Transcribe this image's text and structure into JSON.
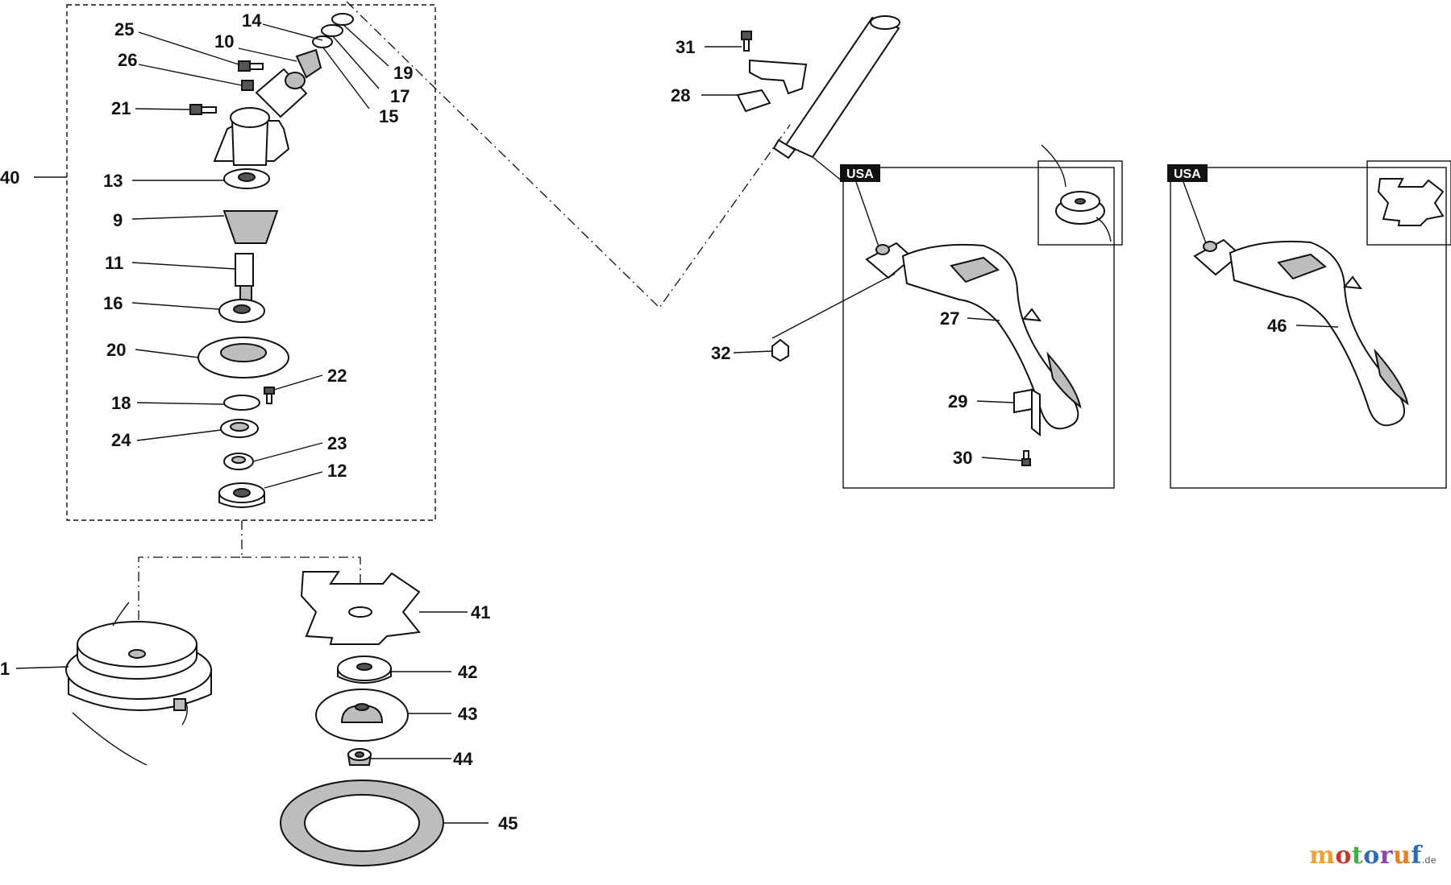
{
  "labels": {
    "p1": "1",
    "p9": "9",
    "p10": "10",
    "p11": "11",
    "p12": "12",
    "p13": "13",
    "p14": "14",
    "p15": "15",
    "p16": "16",
    "p17": "17",
    "p18": "18",
    "p19": "19",
    "p20": "20",
    "p21": "21",
    "p22": "22",
    "p23": "23",
    "p24": "24",
    "p25": "25",
    "p26": "26",
    "p27": "27",
    "p28": "28",
    "p29": "29",
    "p30": "30",
    "p31": "31",
    "p32": "32",
    "p40": "40",
    "p41": "41",
    "p42": "42",
    "p43": "43",
    "p44": "44",
    "p45": "45",
    "p46": "46"
  },
  "usa_tag_left": "USA",
  "usa_tag_right": "USA",
  "logo": {
    "letters": [
      "m",
      "o",
      "t",
      "o",
      "r",
      "u",
      "f"
    ],
    "colors": [
      "#e8a33a",
      "#c0392b",
      "#4aa84a",
      "#2e6db5",
      "#8e44ad",
      "#e67e22",
      "#2e6db5"
    ],
    "suffix": ".de"
  }
}
